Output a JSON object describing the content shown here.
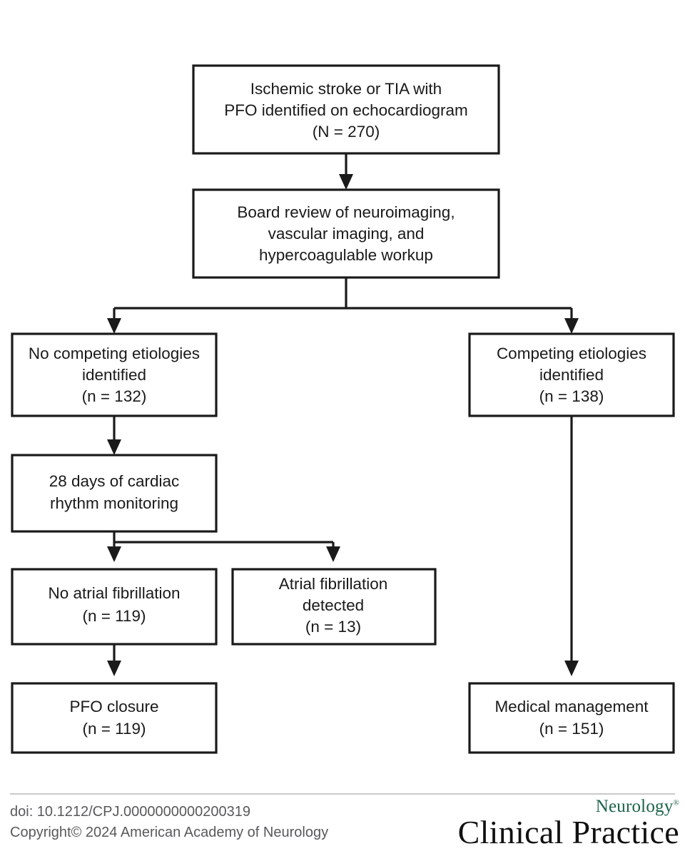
{
  "figure": {
    "type": "flowchart",
    "title": "Patient selection flow for PFO-associated ischemic stroke or TIA"
  },
  "nodes": [
    {
      "id": "enrollment",
      "name": "enrollment-box",
      "lines": [
        "Ischemic stroke or TIA with",
        "PFO identified on echocardiogram",
        "(N = 270)"
      ],
      "count_label": "N = 270",
      "count": 270
    },
    {
      "id": "board-review",
      "name": "board-review-box",
      "lines": [
        "Board review of neuroimaging,",
        "vascular imaging, and",
        "hypercoagulable workup"
      ],
      "count_label": "",
      "count": null
    },
    {
      "id": "no-competing",
      "name": "no-competing-etiologies-box",
      "lines": [
        "No competing etiologies",
        "identified",
        "(n = 132)"
      ],
      "count_label": "n = 132",
      "count": 132
    },
    {
      "id": "competing",
      "name": "competing-etiologies-box",
      "lines": [
        "Competing etiologies",
        "identified",
        "(n = 138)"
      ],
      "count_label": "n = 138",
      "count": 138
    },
    {
      "id": "monitoring",
      "name": "cardiac-monitoring-box",
      "lines": [
        "28 days of cardiac",
        "rhythm monitoring"
      ],
      "count_label": "",
      "count": null
    },
    {
      "id": "no-af",
      "name": "no-atrial-fibrillation-box",
      "lines": [
        "No atrial fibrillation",
        "(n = 119)"
      ],
      "count_label": "n = 119",
      "count": 119
    },
    {
      "id": "af-detected",
      "name": "atrial-fibrillation-detected-box",
      "lines": [
        "Atrial fibrillation",
        "detected",
        "(n = 13)"
      ],
      "count_label": "n = 13",
      "count": 13
    },
    {
      "id": "pfo-closure",
      "name": "pfo-closure-box",
      "lines": [
        "PFO closure",
        "(n = 119)"
      ],
      "count_label": "n = 119",
      "count": 119
    },
    {
      "id": "medical-management",
      "name": "medical-management-box",
      "lines": [
        "Medical management",
        "(n = 151)"
      ],
      "count_label": "n = 151",
      "count": 151
    }
  ],
  "edges": [
    {
      "from": "enrollment",
      "to": "board-review"
    },
    {
      "from": "board-review",
      "to": "no-competing"
    },
    {
      "from": "board-review",
      "to": "competing"
    },
    {
      "from": "no-competing",
      "to": "monitoring"
    },
    {
      "from": "monitoring",
      "to": "no-af"
    },
    {
      "from": "monitoring",
      "to": "af-detected"
    },
    {
      "from": "no-af",
      "to": "pfo-closure"
    },
    {
      "from": "competing",
      "to": "medical-management"
    }
  ],
  "footer": {
    "doi": "doi: 10.1212/CPJ.0000000000200319",
    "copyright": "Copyright© 2024 American Academy of Neurology",
    "logo_top": "Neurology",
    "logo_reg": "®",
    "logo_bottom": "Clinical Practice"
  },
  "colors": {
    "box_stroke": "#1a1a1a",
    "box_fill": "#ffffff",
    "text": "#1a1a1a",
    "footer_text": "#58595b",
    "divider": "#c9c9c9",
    "logo_green": "#1a6447",
    "logo_black": "#111111"
  }
}
